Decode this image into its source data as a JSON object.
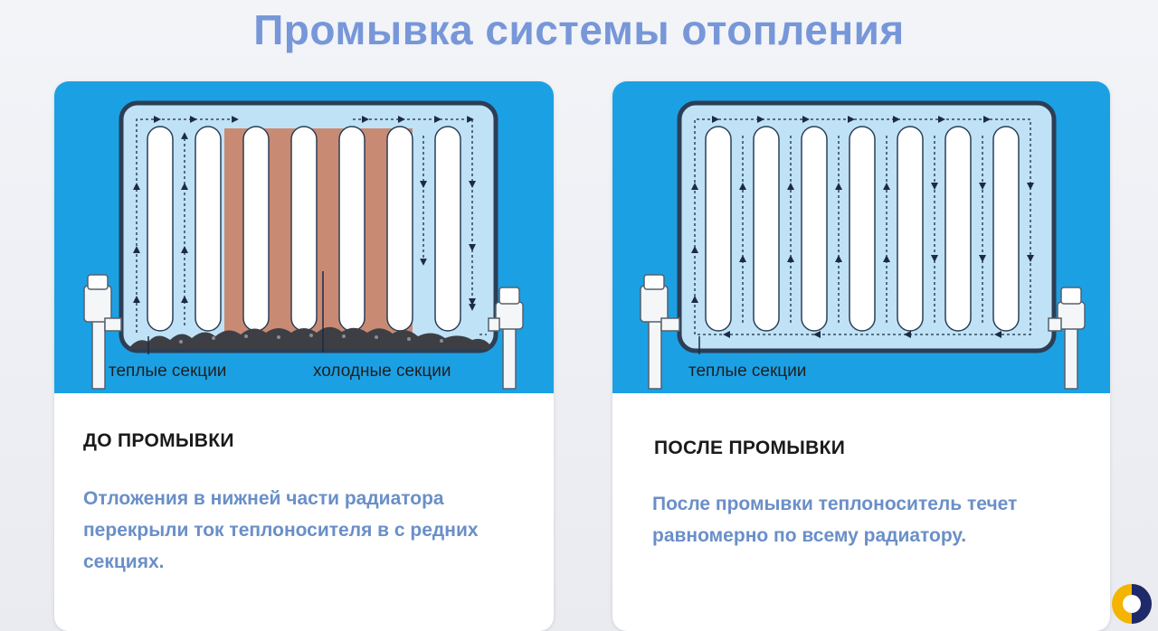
{
  "title": "Промывка системы отопления",
  "before": {
    "label_warm": "теплые секции",
    "label_cold": "холодные секции",
    "heading": "ДО ПРОМЫВКИ",
    "description": "Отложения в нижней части радиатора перекрыли ток теплоносителя в с редних секциях."
  },
  "after": {
    "label_warm": "теплые секции",
    "heading": "ПОСЛЕ ПРОМЫВКИ",
    "description": "После промывки теплоноситель течет равномерно по всему радиатору."
  },
  "colors": {
    "title": "#7797d8",
    "frame_blue": "#1ca0e4",
    "radiator_fill": "#bfe2f6",
    "cold_section": "#c98a73",
    "description": "#6a8fc8"
  },
  "icons": [
    "flow-arrow-icon",
    "valve-icon",
    "logo-icon"
  ]
}
